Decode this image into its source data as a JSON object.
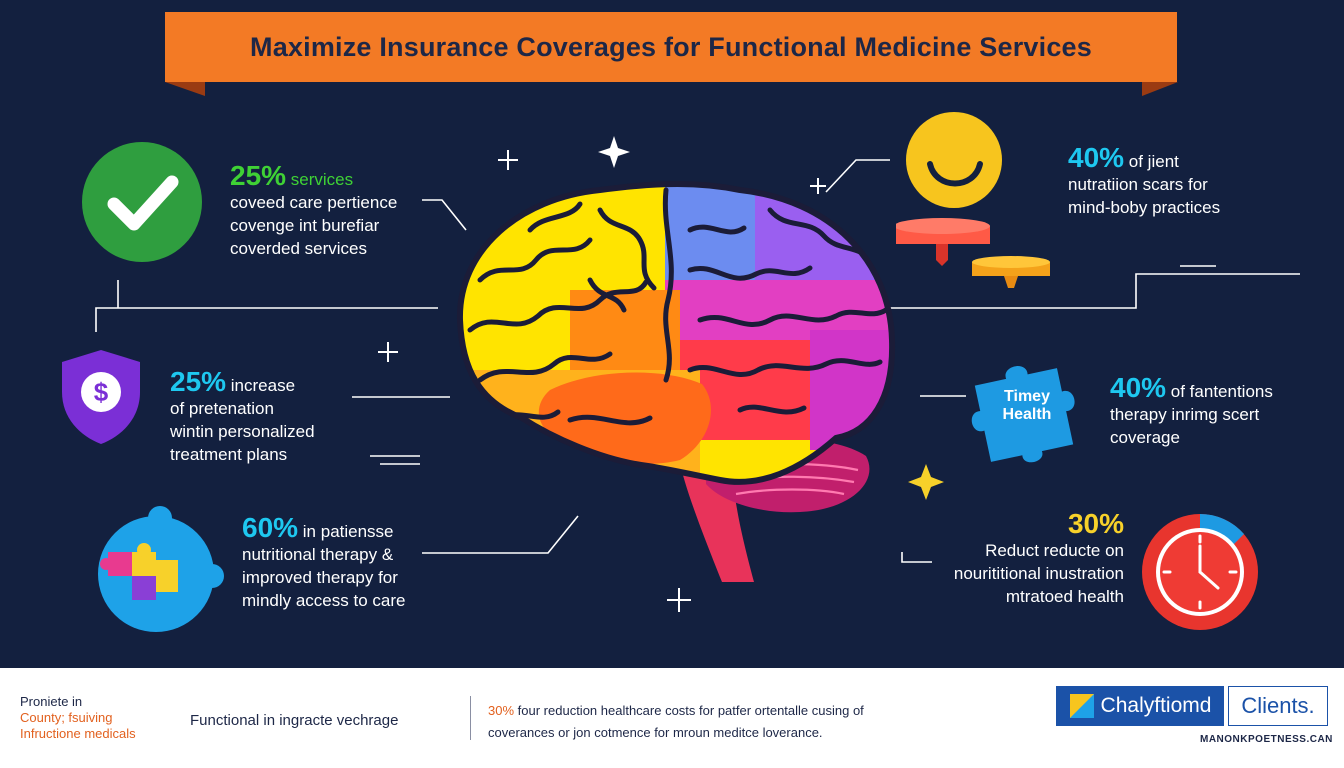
{
  "banner": {
    "title": "Maximize Insurance Coverages for Functional Medicine Services"
  },
  "colors": {
    "background": "#13203f",
    "banner": "#f37a25",
    "green": "#3fd135",
    "cyan": "#1ec8f0",
    "yellow": "#f7d12a",
    "footer_accent": "#e2611f"
  },
  "stats": {
    "top_left": {
      "pct": "25%",
      "headline": "services",
      "lines": [
        "coveed care pertience",
        "covenge int burefiar",
        "coverded services"
      ]
    },
    "mid_left": {
      "pct": "25%",
      "headline": "increase",
      "lines": [
        "of pretenation",
        "wintin personalized",
        "treatment plans"
      ]
    },
    "bot_left": {
      "pct": "60%",
      "headline": "in patiensse",
      "lines": [
        "nutritional therapy &",
        "improved therapy for",
        "mindly access to care"
      ]
    },
    "top_right": {
      "pct": "40%",
      "headline": "of jient",
      "lines": [
        "nutratiion scars for",
        "mind-boby practices"
      ]
    },
    "mid_right": {
      "pct": "40%",
      "headline": "of fantentions",
      "lines": [
        "therapy inrimg scert",
        "coverage"
      ]
    },
    "bot_right": {
      "pct": "30%",
      "lines": [
        "Reduct reducte on",
        "nourititional inustration",
        "mtratoed health"
      ]
    }
  },
  "puzzle_label": {
    "line1": "Timey",
    "line2": "Health"
  },
  "icons": {
    "check": "check-icon",
    "shield": "dollar-shield-icon",
    "puzzle_left": "puzzle-icon",
    "smiley": "smiley-icon",
    "puzzle_right": "puzzle-icon",
    "clock": "clock-icon",
    "brain": "brain-illustration"
  },
  "footer": {
    "left_lines": [
      "Proniete in",
      "County; fsuiving",
      "Infructione medicals"
    ],
    "center": "Functional in ingracte vechrage",
    "right_pct": "30%",
    "right_line1": "four reduction healthcare costs for patfer ortentalle cusing of",
    "right_line2": "coverances or jon cotmence for mroun meditce loverance.",
    "logo1": "Chalyftiomd",
    "logo2": "Clients.",
    "tagline": "MANONKPOETNESS.CAN"
  }
}
